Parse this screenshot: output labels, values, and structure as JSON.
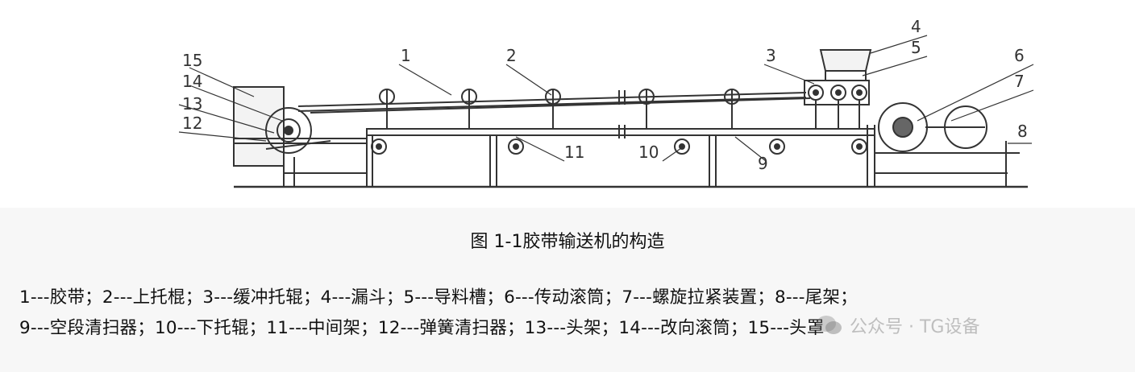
{
  "diagram": {
    "part_numbers": [
      "1",
      "2",
      "3",
      "4",
      "5",
      "6",
      "7",
      "8",
      "9",
      "10",
      "11",
      "12",
      "13",
      "14",
      "15"
    ]
  },
  "caption": "图 1-1胶带输送机的构造",
  "legend": {
    "line1": "1---胶带；2---上托棍；3---缓冲托辊；4---漏斗；5---导料槽；6---传动滚筒；7---螺旋拉紧装置；8---尾架；",
    "line2": "9---空段清扫器；10---下托辊；11---中间架；12---弹簧清扫器；13---头架；14---改向滚筒；15---头罩"
  },
  "watermark": {
    "text": "公众号 · TG设备",
    "icon": "wechat-icon"
  }
}
